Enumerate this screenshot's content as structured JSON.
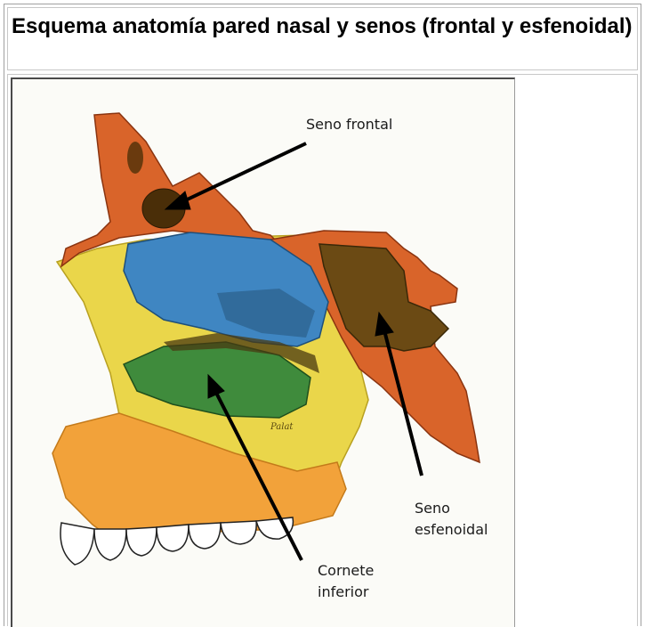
{
  "title": "Esquema anatomía pared nasal y senos (frontal y esfenoidal)",
  "labels": {
    "seno_frontal": "Seno frontal",
    "seno_esfenoidal_1": "Seno",
    "seno_esfenoidal_2": "esfenoidal",
    "cornete_1": "Cornete",
    "cornete_2": "inferior",
    "palat": "Palat"
  },
  "colors": {
    "bone": "#d9642a",
    "bone_dark": "#b4481c",
    "middle_turbinate": "#3f86c2",
    "inferior_turbinate": "#3f8b3c",
    "wall": "#ead64a",
    "palate": "#f2a23a",
    "teeth": "#ffffff",
    "sinus_dark": "#5a3a10"
  }
}
